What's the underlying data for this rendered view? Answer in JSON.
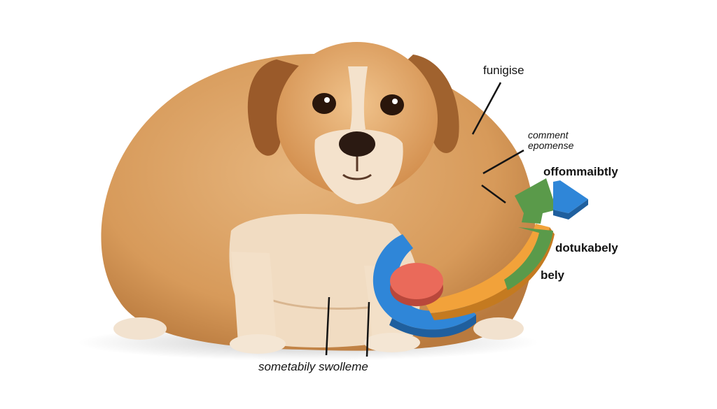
{
  "labels": {
    "top_right": "funigise",
    "comment_line1": "comment",
    "comment_line2": "epomense",
    "right_upper": "offommaibtly",
    "right_middle": "dotukabely",
    "right_lower": "bely",
    "bottom": "sometabily swolleme"
  },
  "colors": {
    "background": "#ffffff",
    "fur_main": "#d9a063",
    "fur_light": "#f3dcc0",
    "fur_dark": "#a9622e",
    "ear": "#9a5a2a",
    "arrow_blue": "#2f86d8",
    "arrow_green": "#5a9a4a",
    "arrow_orange": "#f2a23a",
    "disc_red": "#ea6a5a",
    "leader_line": "#141414"
  }
}
